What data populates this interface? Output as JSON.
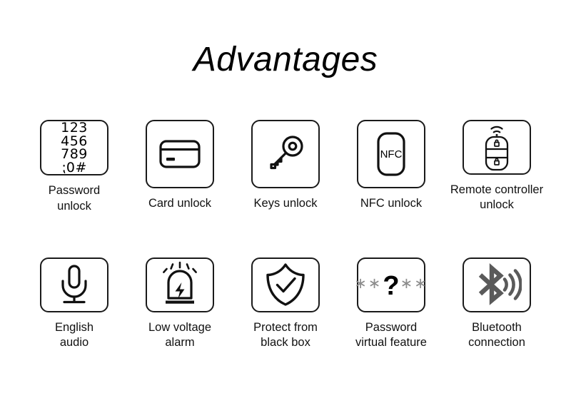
{
  "page": {
    "title": "Advantages",
    "background_color": "#ffffff",
    "stroke_color": "#1a1a1a",
    "text_color": "#111111",
    "muted_color": "#8c8c8c",
    "bluetooth_color": "#5a5a5a"
  },
  "features": [
    {
      "id": "password-unlock",
      "icon": "keypad-icon",
      "label": "Password\nunlock",
      "keypad_rows": [
        "123",
        "456",
        "789",
        "⁏0#"
      ]
    },
    {
      "id": "card-unlock",
      "icon": "credit-card-icon",
      "label": "Card unlock"
    },
    {
      "id": "keys-unlock",
      "icon": "key-icon",
      "label": "Keys unlock"
    },
    {
      "id": "nfc-unlock",
      "icon": "nfc-card-icon",
      "label": "NFC unlock",
      "icon_text": "NFC"
    },
    {
      "id": "remote-controller-unlock",
      "icon": "remote-key-fob-icon",
      "label": "Remote controller\nunlock"
    },
    {
      "id": "english-audio",
      "icon": "microphone-icon",
      "label": "English\naudio"
    },
    {
      "id": "low-voltage-alarm",
      "icon": "siren-alarm-icon",
      "label": "Low voltage\nalarm"
    },
    {
      "id": "protect-from-black-box",
      "icon": "shield-check-icon",
      "label": "Protect from\nblack box"
    },
    {
      "id": "password-virtual-feature",
      "icon": "asterisk-question-icon",
      "label": "Password\nvirtual feature",
      "icon_asterisks_left": "∗∗",
      "icon_question": "?",
      "icon_asterisks_right": "∗∗"
    },
    {
      "id": "bluetooth-connection",
      "icon": "bluetooth-icon",
      "label": "Bluetooth\nconnection"
    }
  ]
}
